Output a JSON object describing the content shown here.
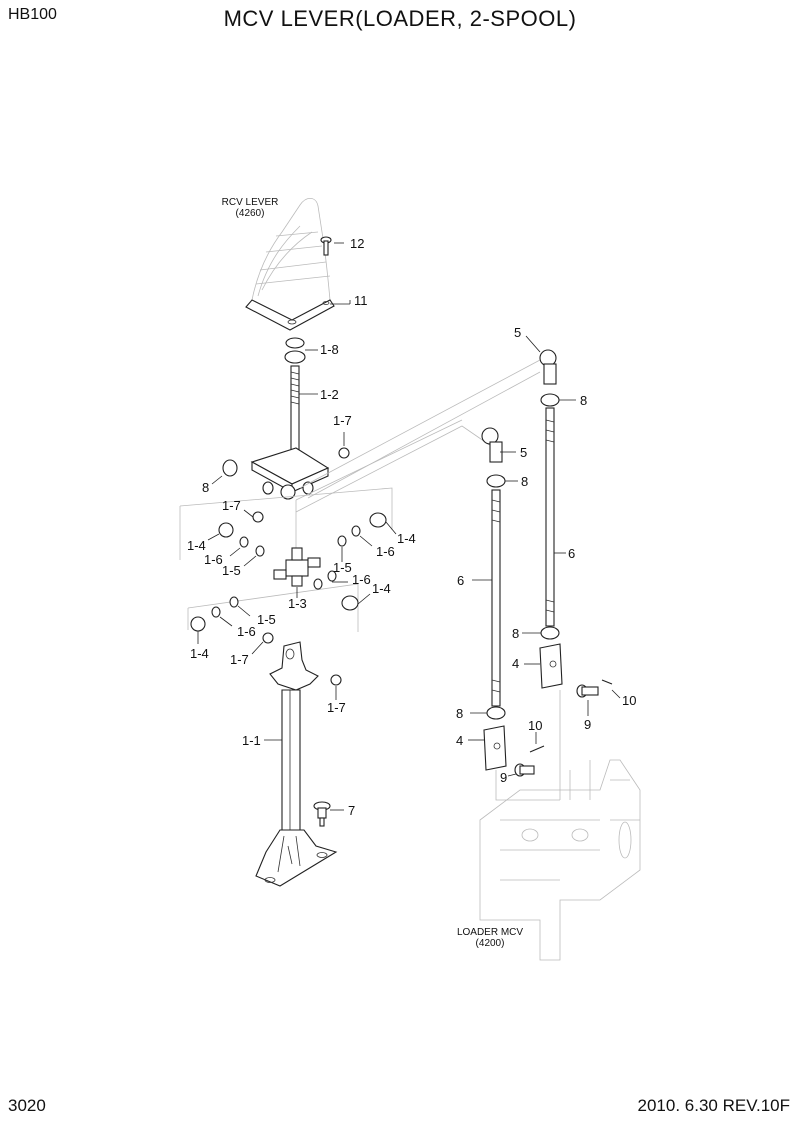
{
  "header": {
    "model": "HB100",
    "title": "MCV LEVER(LOADER, 2-SPOOL)"
  },
  "footer": {
    "page_number": "3020",
    "revision": "2010. 6.30  REV.10F"
  },
  "references": {
    "rcv_lever": {
      "name": "RCV LEVER",
      "code": "(4260)"
    },
    "loader_mcv": {
      "name": "LOADER MCV",
      "code": "(4200)"
    }
  },
  "callouts": {
    "c12": "12",
    "c11": "11",
    "c1_8": "1-8",
    "c1_2": "1-2",
    "c1_7_a": "1-7",
    "c8_a": "8",
    "c1_7_b": "1-7",
    "c1_4_a": "1-4",
    "c1_4_b": "1-4",
    "c1_6_a": "1-6",
    "c1_6_b": "1-6",
    "c1_5_a": "1-5",
    "c1_5_b": "1-5",
    "c1_6_c": "1-6",
    "c1_4_c": "1-4",
    "c1_3": "1-3",
    "c1_5_c": "1-5",
    "c1_6_d": "1-6",
    "c1_4_d": "1-4",
    "c1_7_c": "1-7",
    "c1_7_d": "1-7",
    "c1_1": "1-1",
    "c7": "7",
    "c5_a": "5",
    "c8_b": "8",
    "c5_b": "5",
    "c8_c": "8",
    "c6_a": "6",
    "c6_b": "6",
    "c8_d": "8",
    "c4_a": "4",
    "c10_a": "10",
    "c9_a": "9",
    "c8_e": "8",
    "c10_b": "10",
    "c4_b": "4",
    "c9_b": "9"
  }
}
